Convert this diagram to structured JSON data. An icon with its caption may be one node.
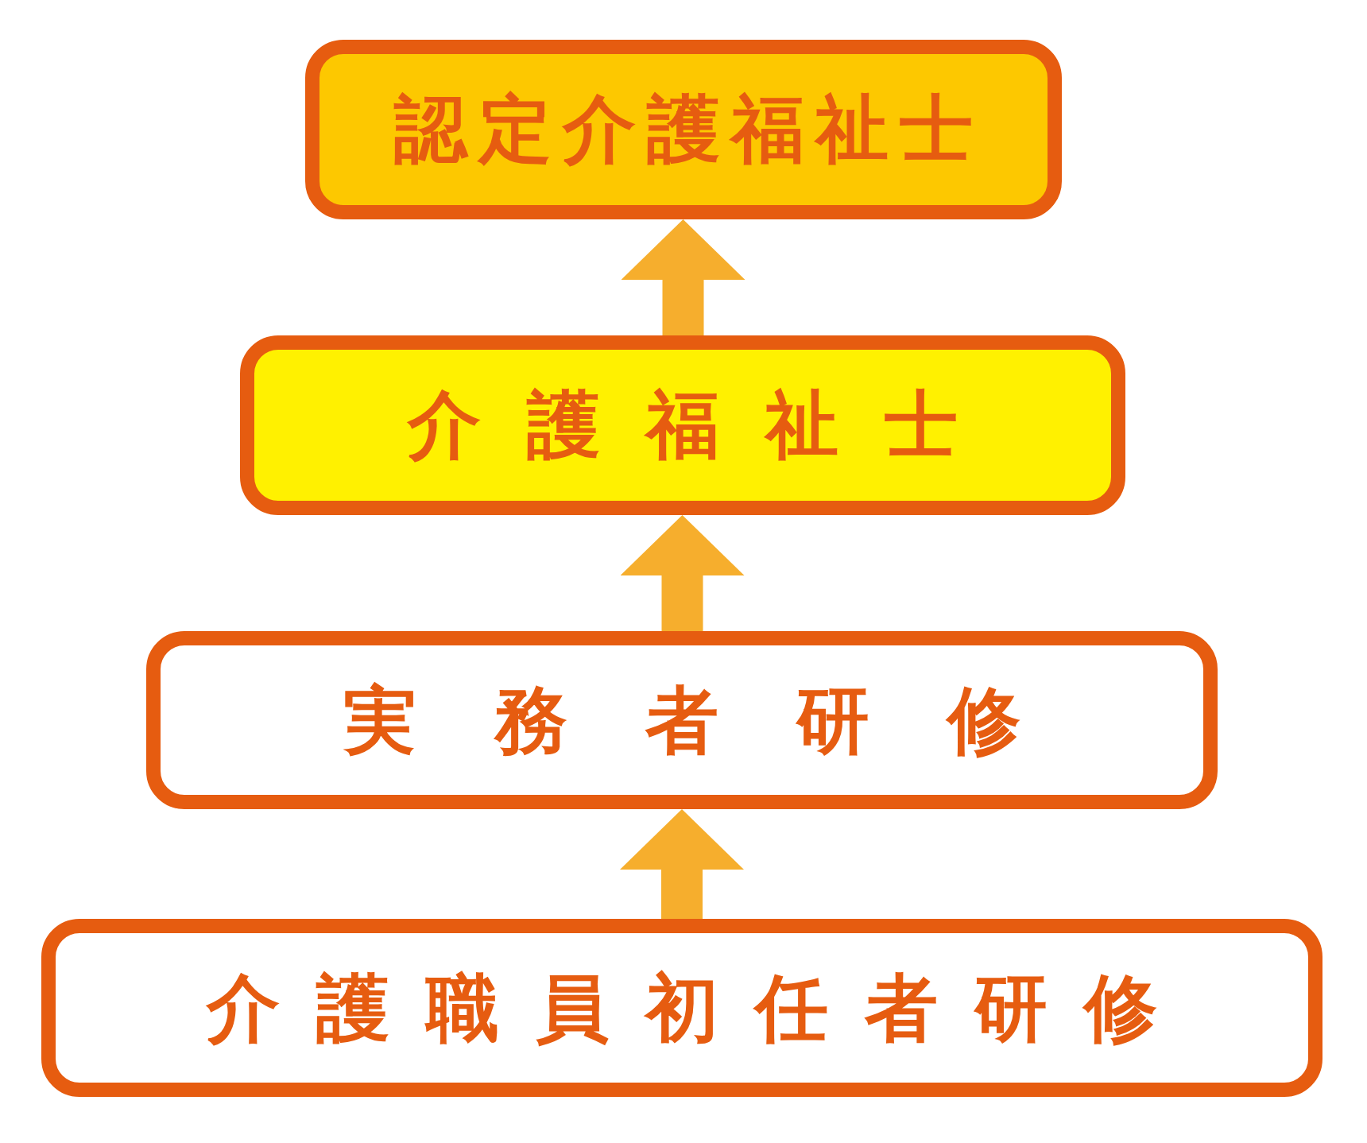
{
  "diagram": {
    "nodes": [
      {
        "text": [
          "認定介護福祉士"
        ]
      },
      {
        "text": [
          "介護福祉士"
        ]
      },
      {
        "text": [
          "実務者研修"
        ]
      },
      {
        "text": [
          "介護職員初任者研修"
        ]
      }
    ],
    "edges": [
      {
        "from": 1,
        "to": 0,
        "arrow": "to"
      },
      {
        "from": 2,
        "to": 1,
        "arrow": "to"
      },
      {
        "from": 3,
        "to": 2,
        "arrow": "to"
      }
    ]
  }
}
